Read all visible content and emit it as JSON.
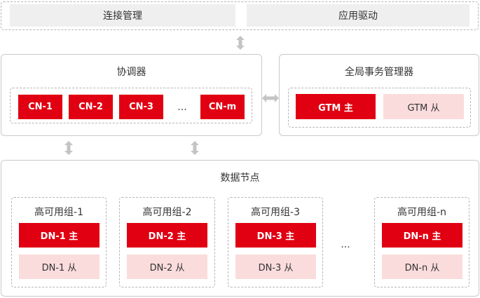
{
  "top_bar": {
    "connection_management": "连接管理",
    "driver": "应用驱动"
  },
  "coordinator": {
    "title": "协调器",
    "nodes": [
      "CN-1",
      "CN-2",
      "CN-3",
      "CN-m"
    ],
    "ellipsis": "..."
  },
  "gtm": {
    "title": "全局事务管理器",
    "primary": "GTM 主",
    "standby": "GTM 从"
  },
  "data_nodes": {
    "title": "数据节点",
    "ellipsis": "...",
    "groups": [
      {
        "title": "高可用组-1",
        "primary": "DN-1 主",
        "standby": "DN-1 从"
      },
      {
        "title": "高可用组-2",
        "primary": "DN-2 主",
        "standby": "DN-2 从"
      },
      {
        "title": "高可用组-3",
        "primary": "DN-3 主",
        "standby": "DN-3 从"
      },
      {
        "title": "高可用组-n",
        "primary": "DN-n 主",
        "standby": "DN-n 从"
      }
    ]
  },
  "colors": {
    "primary_red": "#e00012",
    "standby_pink": "#fbdcdc",
    "arrow_grey": "#c4c4c4"
  }
}
